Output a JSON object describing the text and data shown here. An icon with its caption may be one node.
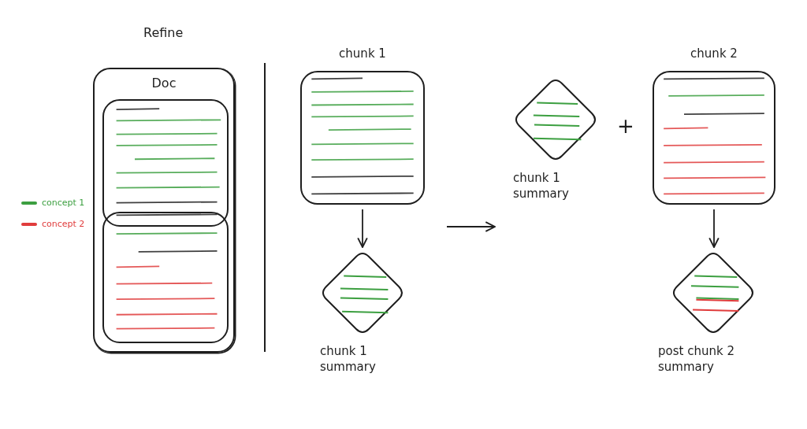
{
  "diagram": {
    "title": "Refine",
    "nodes": [
      {
        "text": [
          "Doc"
        ]
      },
      {
        "text": [],
        "shape": "box",
        "in": 0
      },
      {
        "text": [],
        "shape": "box",
        "in": 0
      },
      {
        "text": [
          "chunk 1"
        ]
      },
      {
        "text": [
          "chunk 1 summary"
        ]
      },
      {
        "text": [
          "chunk 1 summary"
        ]
      },
      {
        "text": [
          "chunk 2"
        ]
      },
      {
        "text": [
          "post chunk 2 summary"
        ]
      }
    ],
    "edges": [
      {
        "from": 3,
        "to": 4,
        "arrow": "to"
      },
      {
        "from": 6,
        "to": 7,
        "arrow": "to"
      }
    ],
    "labels": [
      "+"
    ],
    "legend": [
      {
        "text": "concept 1",
        "color": "#3c9f40"
      },
      {
        "text": "concept 2",
        "color": "#e03c3c"
      }
    ]
  }
}
